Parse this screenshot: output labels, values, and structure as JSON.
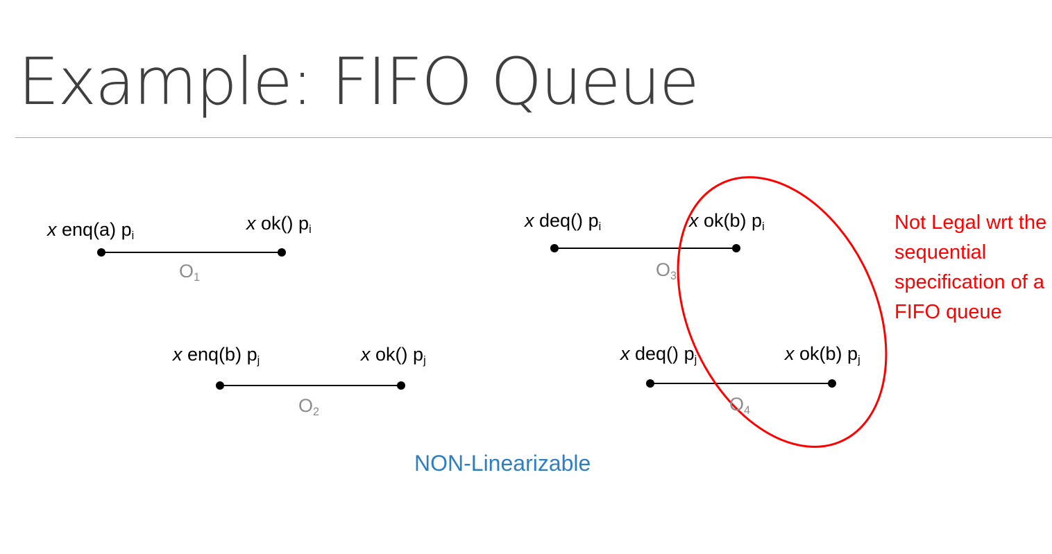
{
  "slide": {
    "title": "Example: FIFO Queue",
    "verdict": "NON-Linearizable",
    "note": "Not Legal wrt the sequential specification of a FIFO queue"
  },
  "operations": [
    {
      "name": "O",
      "index": "1",
      "invocation": {
        "object": "x",
        "call": "enq(a)",
        "process": "p",
        "proc_sub": "i"
      },
      "response": {
        "object": "x",
        "call": "ok()",
        "process": "p",
        "proc_sub": "i"
      }
    },
    {
      "name": "O",
      "index": "2",
      "invocation": {
        "object": "x",
        "call": "enq(b)",
        "process": "p",
        "proc_sub": "j"
      },
      "response": {
        "object": "x",
        "call": "ok()",
        "process": "p",
        "proc_sub": "j"
      }
    },
    {
      "name": "O",
      "index": "3",
      "invocation": {
        "object": "x",
        "call": "deq()",
        "process": "p",
        "proc_sub": "i"
      },
      "response": {
        "object": "x",
        "call": "ok(b)",
        "process": "p",
        "proc_sub": "i"
      }
    },
    {
      "name": "O",
      "index": "4",
      "invocation": {
        "object": "x",
        "call": "deq()",
        "process": "p",
        "proc_sub": "j"
      },
      "response": {
        "object": "x",
        "call": "ok(b)",
        "process": "p",
        "proc_sub": "j"
      }
    }
  ],
  "colors": {
    "title": "#3f3f3f",
    "line": "#000000",
    "op_label": "#8c8c8c",
    "highlight": "#ff0000",
    "verdict": "#2e7fc2"
  }
}
